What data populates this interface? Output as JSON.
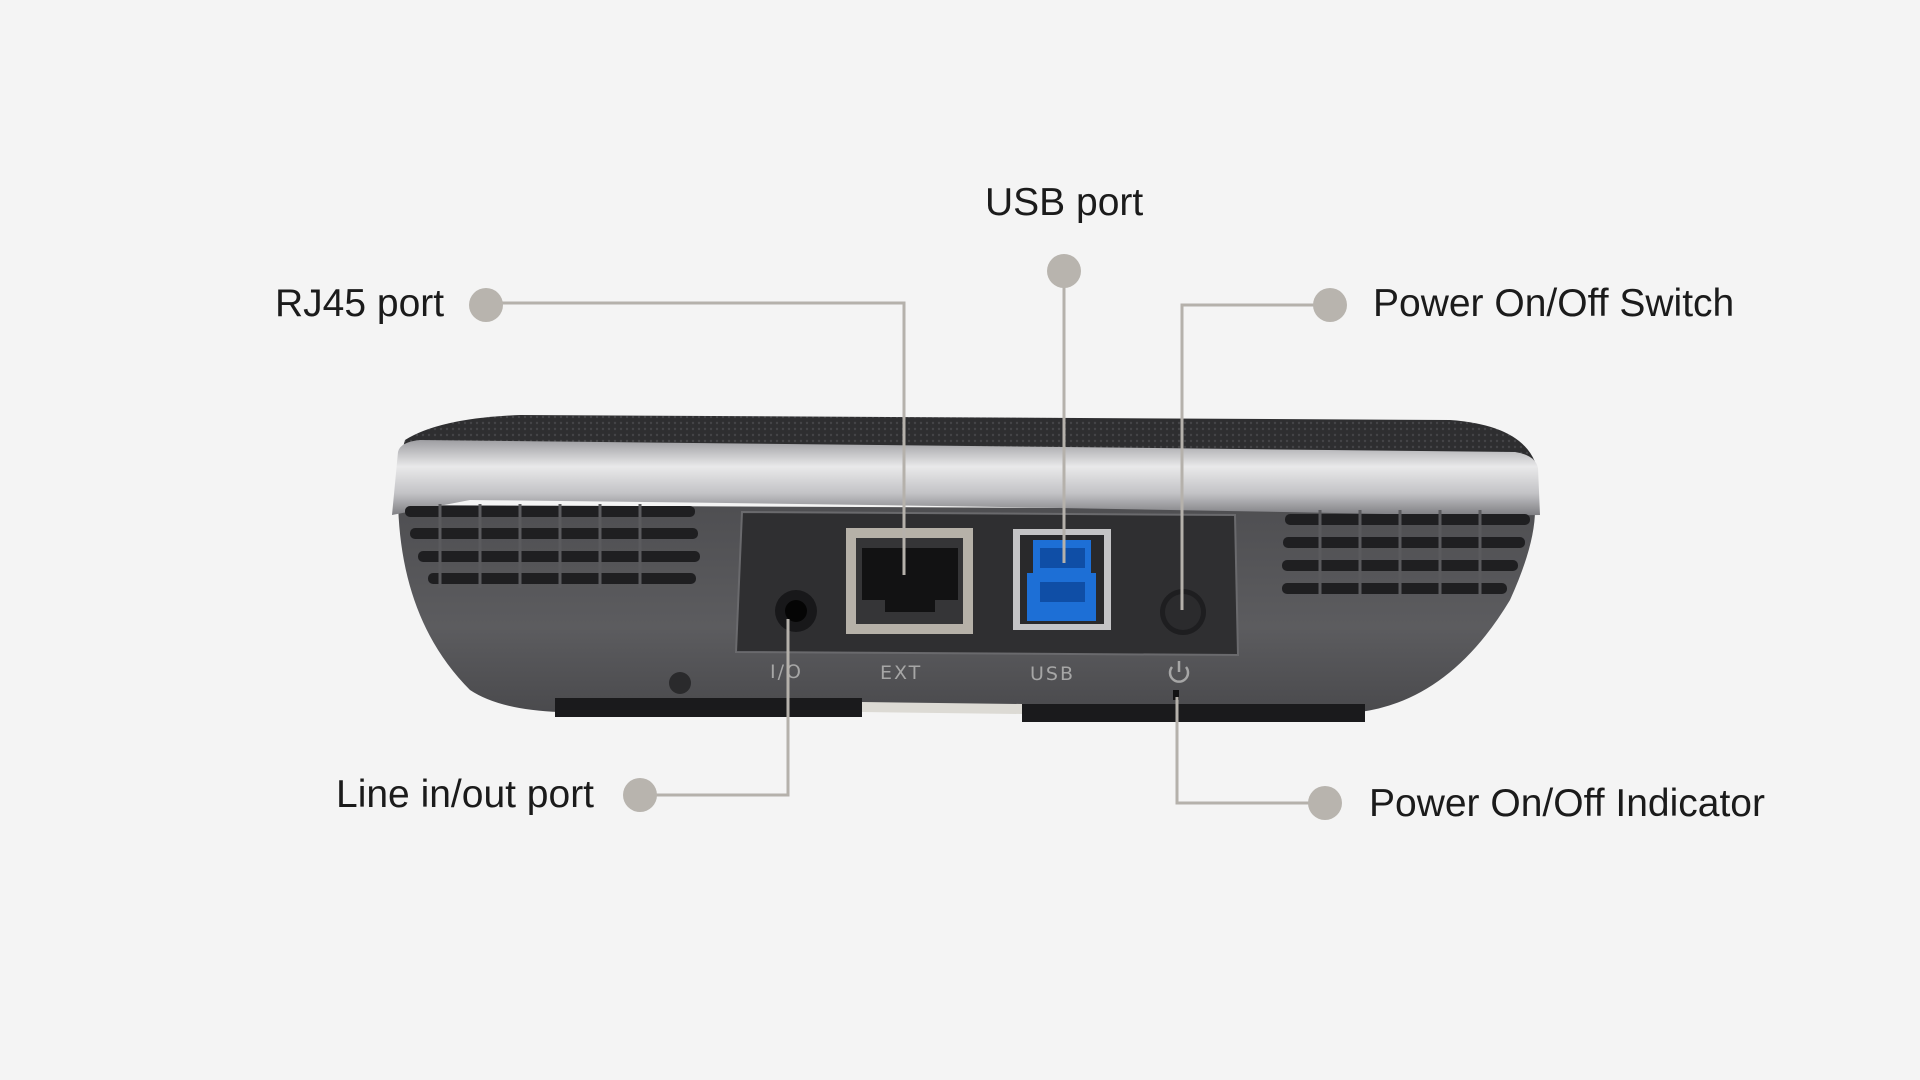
{
  "callouts": {
    "usb_port": "USB port",
    "rj45_port": "RJ45 port",
    "power_switch": "Power On/Off Switch",
    "line_port": "Line in/out port",
    "power_indicator": "Power On/Off Indicator"
  },
  "device_port_labels": {
    "line": "I/O",
    "ext": "EXT",
    "usb": "USB"
  },
  "icons": {
    "power_symbol": "power-icon"
  },
  "colors": {
    "background": "#f4f4f4",
    "leader_line": "#b5b1ab",
    "leader_dot": "#b8b4ae",
    "device_body": "#57575a",
    "silver_band": "#c6c6c8",
    "usb_blue": "#1d6fd6"
  }
}
